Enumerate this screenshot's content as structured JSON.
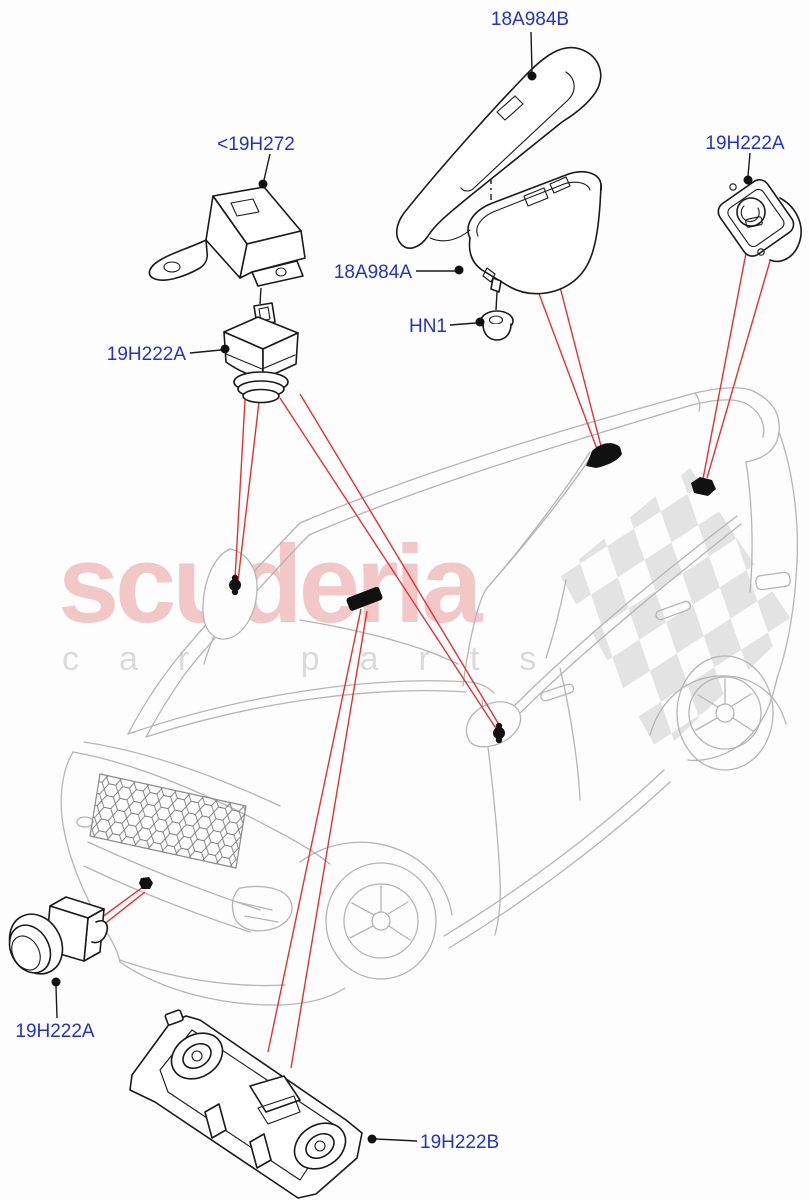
{
  "watermark": {
    "brand": "scuderia",
    "tagline": "car parts"
  },
  "labels": {
    "antenna_cover": "18A984B",
    "antenna_base": "18A984A",
    "nut": "HN1",
    "camera_bracket": "<19H272",
    "camera_roof": "19H222A",
    "camera_mirror": "19H222A",
    "camera_front": "19H222A",
    "camera_windscreen_module": "19H222B"
  },
  "colors": {
    "label_text": "#2233cc",
    "leader_line_red": "#e03333",
    "part_outline": "#1a1a1a",
    "car_outline": "#b5b5b5",
    "watermark_pink": "#f2c7c7",
    "watermark_gray": "#dadada",
    "background": "#fdfdfd"
  }
}
